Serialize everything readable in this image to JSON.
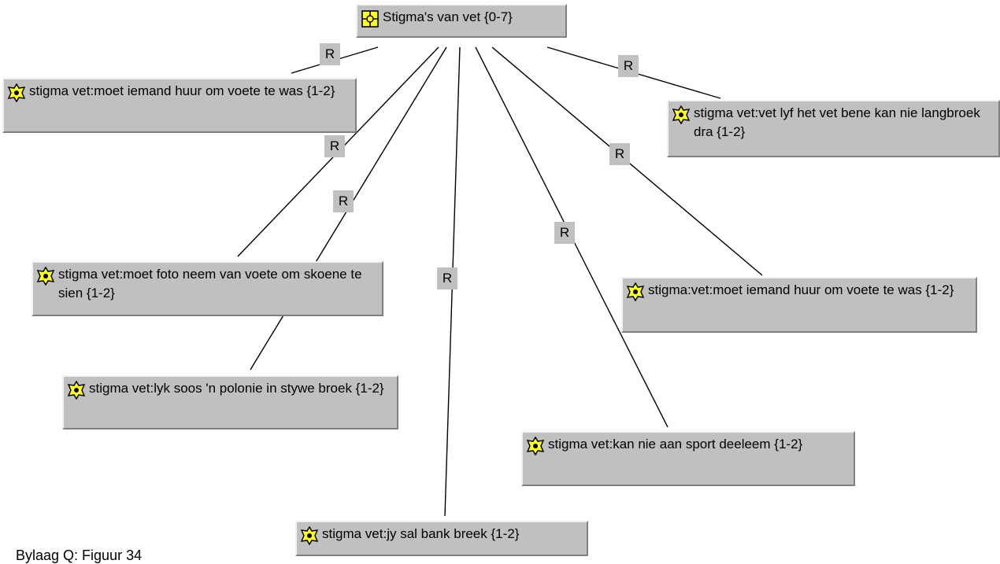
{
  "colors": {
    "node_bg": "#c0c0c0",
    "edge": "#000000",
    "icon_fill": "#ffff33"
  },
  "root": {
    "label": "Stigma's van vet {0-7}",
    "icon": "network-node-icon"
  },
  "relation_label": "R",
  "nodes": [
    {
      "id": "n1",
      "label": "stigma vet:moet iemand huur om voete te was {1-2}",
      "icon": "code-node-icon"
    },
    {
      "id": "n2",
      "label": "stigma vet:vet lyf het vet bene kan nie langbroek dra {1-2}",
      "icon": "code-node-icon"
    },
    {
      "id": "n3",
      "label": "stigma vet:moet foto neem van voete om skoene te sien {1-2}",
      "icon": "code-node-icon"
    },
    {
      "id": "n4",
      "label": "stigma:vet:moet iemand huur om voete te was {1-2}",
      "icon": "code-node-icon"
    },
    {
      "id": "n5",
      "label": "stigma vet:lyk soos 'n polonie in stywe broek {1-2}",
      "icon": "code-node-icon"
    },
    {
      "id": "n6",
      "label": "stigma vet:kan nie aan sport deeleem {1-2}",
      "icon": "code-node-icon"
    },
    {
      "id": "n7",
      "label": "stigma vet:jy sal bank breek {1-2}",
      "icon": "code-node-icon"
    }
  ],
  "caption": "Bylaag Q: Figuur 34"
}
